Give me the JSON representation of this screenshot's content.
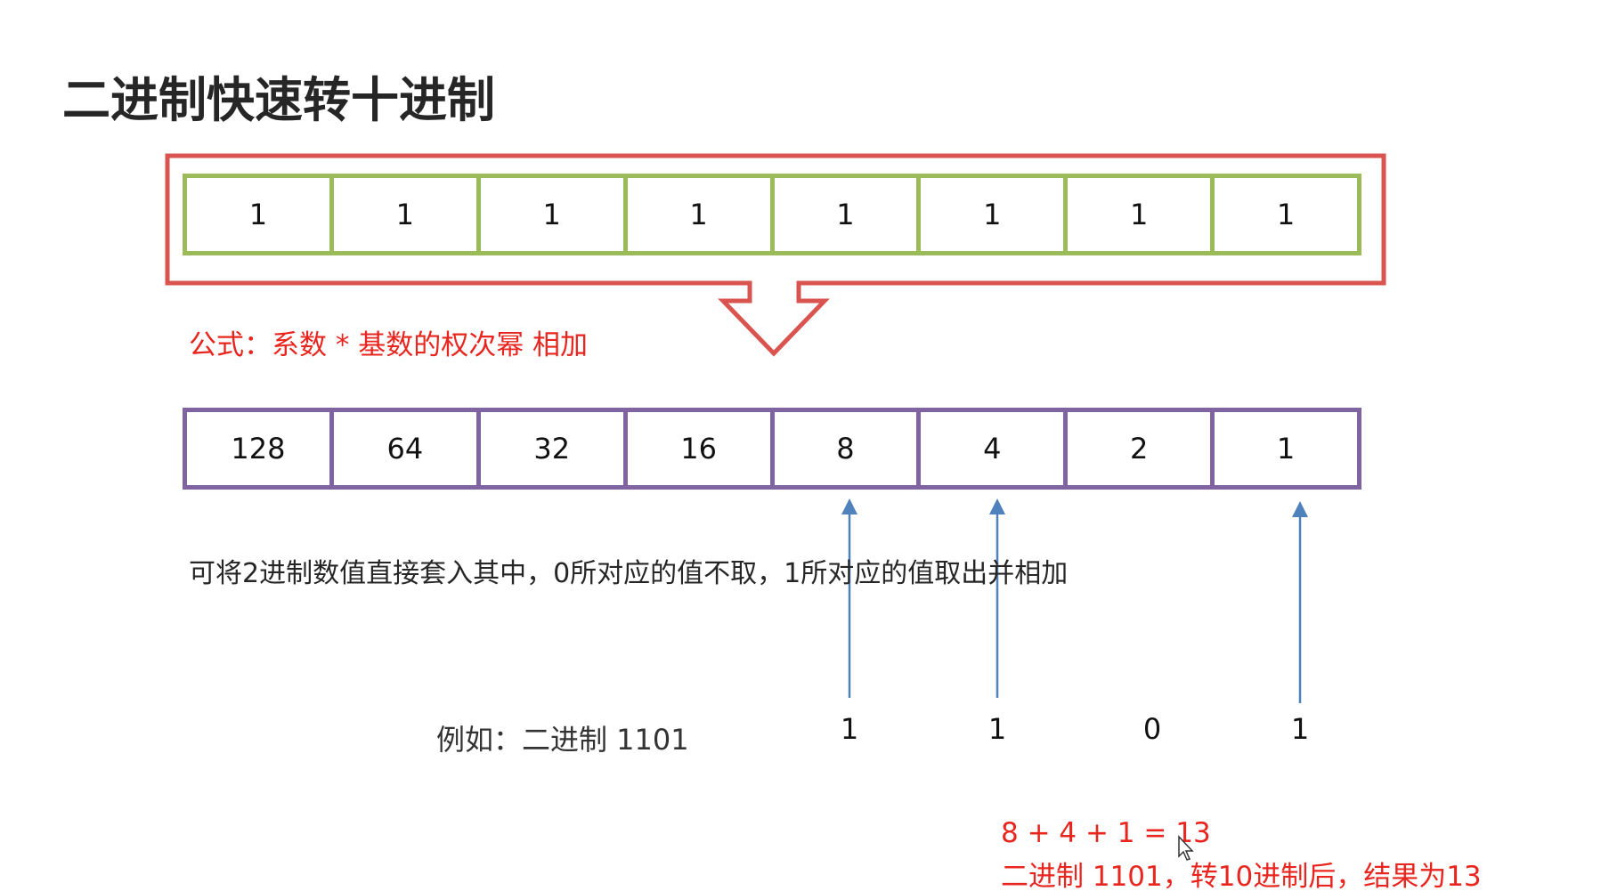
{
  "title": "二进制快速转十进制",
  "binary_row": [
    "1",
    "1",
    "1",
    "1",
    "1",
    "1",
    "1",
    "1"
  ],
  "formula": "公式：系数 * 基数的权次幂 相加",
  "weights_row": [
    "128",
    "64",
    "32",
    "16",
    "8",
    "4",
    "2",
    "1"
  ],
  "explanation": "可将2进制数值直接套入其中，0所对应的值不取，1所对应的值取出并相加",
  "example": {
    "label": "例如：二进制 1101",
    "bits": [
      "1",
      "1",
      "0",
      "1"
    ]
  },
  "result": {
    "sum": "8 + 4 + 1 = 13",
    "conclusion": "二进制 1101，转10进制后，结果为13"
  },
  "colors": {
    "outer_frame": "#d9534f",
    "binary_row_border": "#9bbb59",
    "weights_row_border": "#8064a2",
    "arrow": "#4f81bd",
    "highlight_text": "#e8251e"
  }
}
